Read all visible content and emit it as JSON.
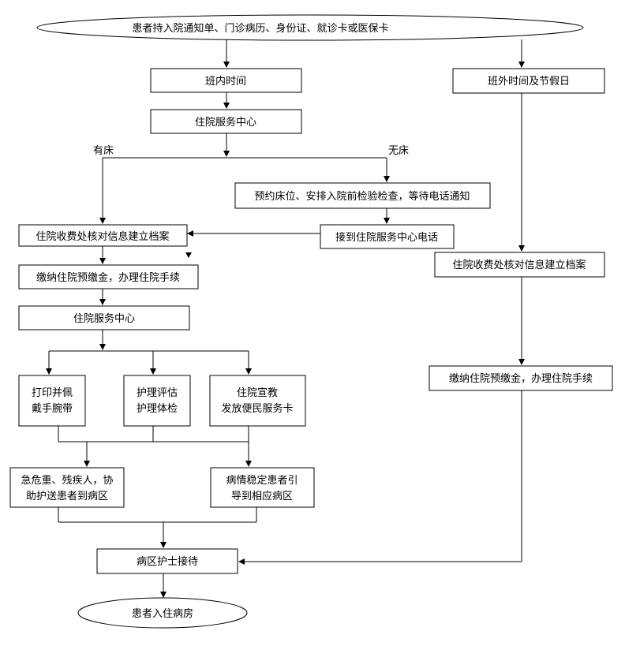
{
  "start": "患者持入院通知单、门诊病历、身份证、就诊卡或医保卡",
  "left": {
    "in_hours": "班内时间",
    "service_center": "住院服务中心",
    "has_bed": "有床",
    "no_bed": "无床",
    "reserve": "预约床位、安排入院前检验检查，等待电话通知",
    "receive_call": "接到住院服务中心电话",
    "billing_check": "住院收费处核对信息建立档案",
    "pay_deposit": "缴纳住院预缴金，办理住院手续",
    "service_center_2": "住院服务中心",
    "print_wristband": [
      "打印并佩",
      "戴手腕带"
    ],
    "nursing_eval": [
      "护理评估",
      "护理体检"
    ],
    "education": [
      "住院宣教",
      "发放便民服务卡"
    ],
    "critical_escort": [
      "急危重、残疾人，协",
      "助护送患者到病区"
    ],
    "stable_guide": [
      "病情稳定患者引",
      "导到相应病区"
    ]
  },
  "right": {
    "off_hours": "班外时间及节假日",
    "billing_check": "住院收费处核对信息建立档案",
    "pay_deposit": "缴纳住院预缴金，办理住院手续"
  },
  "nurse_reception": "病区护士接待",
  "end": "患者入住病房"
}
